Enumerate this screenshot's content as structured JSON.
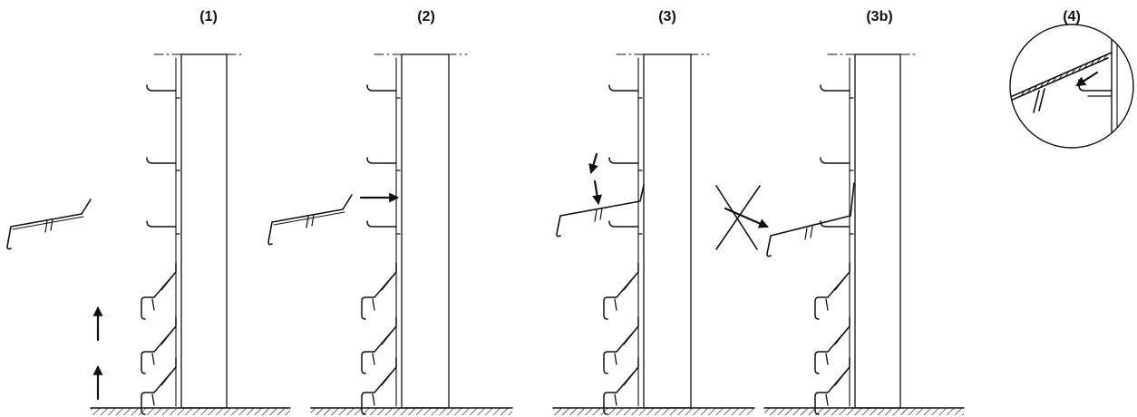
{
  "figure": {
    "panels": [
      {
        "id": "panel-1",
        "label": "(1)"
      },
      {
        "id": "panel-2",
        "label": "(2)"
      },
      {
        "id": "panel-3",
        "label": "(3)"
      },
      {
        "id": "panel-3b",
        "label": "(3b)"
      },
      {
        "id": "panel-4",
        "label": "(4)"
      }
    ]
  },
  "colors": {
    "ink": "#111111",
    "background": "#ffffff"
  }
}
